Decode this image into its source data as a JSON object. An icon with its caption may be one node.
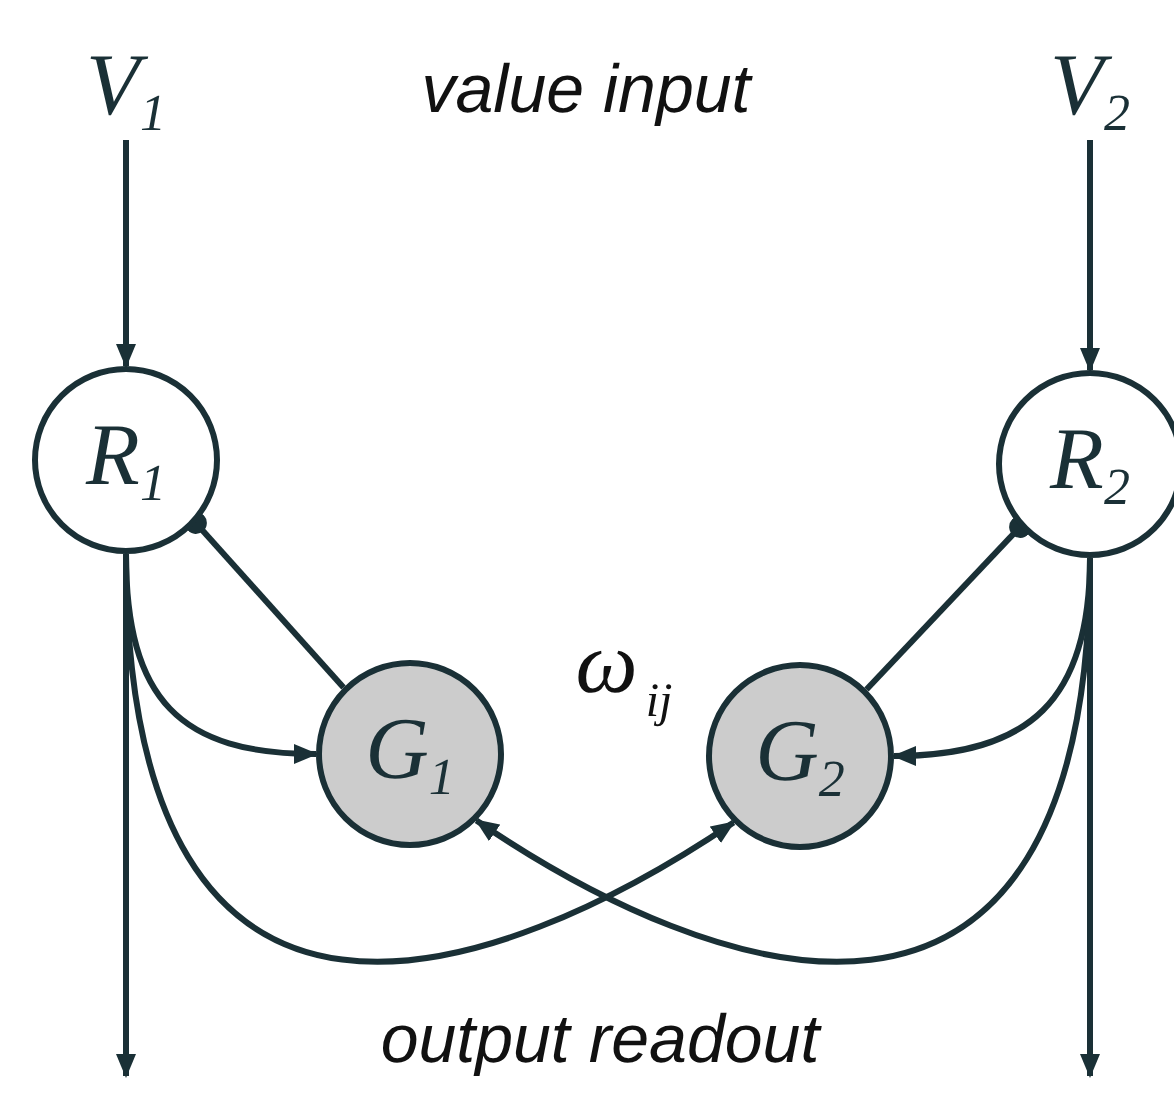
{
  "diagram": {
    "nodes": [
      {
        "text": [
          "V$_{1}$"
        ]
      },
      {
        "text": [
          "V$_{2}$"
        ]
      },
      {
        "text": [
          "R$_{1}$"
        ]
      },
      {
        "text": [
          "R$_{2}$"
        ]
      },
      {
        "text": [
          "G$_{1}$"
        ]
      },
      {
        "text": [
          "G$_{2}$"
        ]
      }
    ],
    "edges": [
      {
        "from": 0,
        "to": 2,
        "arrow": "to"
      },
      {
        "from": 1,
        "to": 3,
        "arrow": "to"
      },
      {
        "from": 4,
        "to": 2,
        "arrow": "other"
      },
      {
        "from": 5,
        "to": 3,
        "arrow": "other"
      },
      {
        "from": 2,
        "to": 4,
        "arrow": "to"
      },
      {
        "from": 3,
        "to": 5,
        "arrow": "to"
      },
      {
        "from": 2,
        "to": 5,
        "arrow": "to"
      },
      {
        "from": 3,
        "to": 4,
        "arrow": "to"
      },
      {
        "from": 2,
        "to": null,
        "arrow": "to"
      },
      {
        "from": 3,
        "to": null,
        "arrow": "to"
      }
    ],
    "labels": [
      "value input",
      "ω$_{ij}$",
      "output readout"
    ]
  }
}
